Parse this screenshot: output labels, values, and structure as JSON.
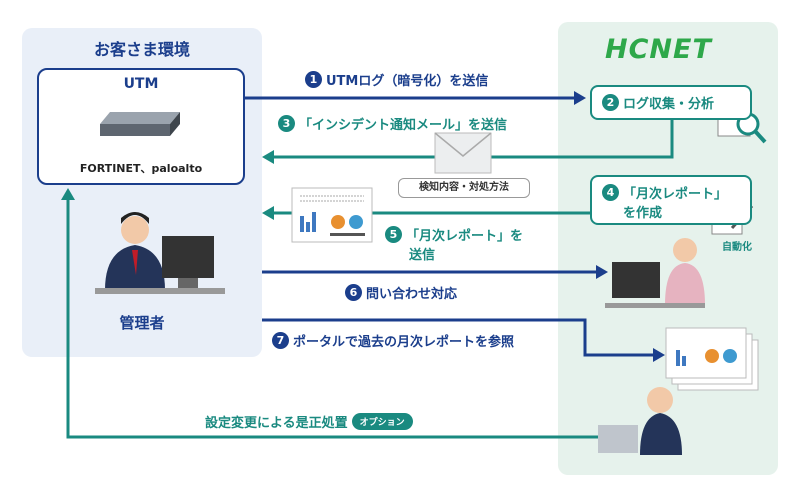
{
  "customer": {
    "title": "お客さま環境",
    "utm_title": "UTM",
    "utm_vendors": "FORTINET、paloalto",
    "admin_label": "管理者"
  },
  "provider": {
    "logo": "HCNET",
    "auto_label": "自動化"
  },
  "steps": [
    {
      "num": "1",
      "label": "UTMログ（暗号化）を送信"
    },
    {
      "num": "2",
      "label": "ログ収集・分析"
    },
    {
      "num": "3",
      "label": "「インシデント通知メール」を送信"
    },
    {
      "num": "4",
      "label": "「月次レポート」",
      "label2": "を作成"
    },
    {
      "num": "5",
      "label": "「月次レポート」を",
      "label2": "送信"
    },
    {
      "num": "6",
      "label": "問い合わせ対応"
    },
    {
      "num": "7",
      "label": "ポータルで過去の月次レポートを参照"
    }
  ],
  "mail_tag": "検知内容・対処方法",
  "remediation": {
    "label": "設定変更による是正処置",
    "badge": "オプション"
  },
  "colors": {
    "navy": "#1b3e8c",
    "teal": "#1a8a80",
    "green": "#2ea84a"
  }
}
